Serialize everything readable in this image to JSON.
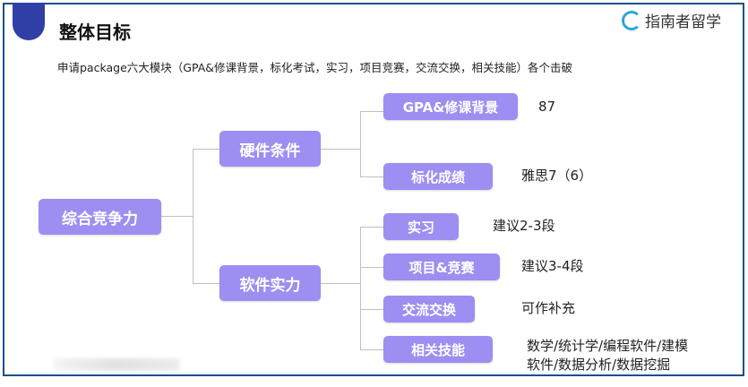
{
  "header": {
    "title": "整体目标",
    "logo_text": "指南者留学",
    "subtitle": "申请package六大模块（GPA&修课背景，标化考试，实习，项目竞赛，交流交换，相关技能）各个击破"
  },
  "root": {
    "label": "综合竞争力"
  },
  "branches": [
    {
      "label": "硬件条件",
      "items": [
        {
          "label": "GPA&修课背景",
          "value": "87"
        },
        {
          "label": "标化成绩",
          "value": "雅思7（6）"
        }
      ]
    },
    {
      "label": "软件实力",
      "items": [
        {
          "label": "实习",
          "value": "建议2-3段"
        },
        {
          "label": "项目&竞赛",
          "value": "建议3-4段"
        },
        {
          "label": "交流交换",
          "value": "可作补充"
        },
        {
          "label": "相关技能",
          "value": "数学/统计学/编程软件/建模",
          "value2": "软件/数据分析/数据挖掘"
        }
      ]
    }
  ],
  "colors": {
    "node": "#9d8ef1",
    "border": "#1d4f86",
    "tab": "#2f3fa6"
  }
}
